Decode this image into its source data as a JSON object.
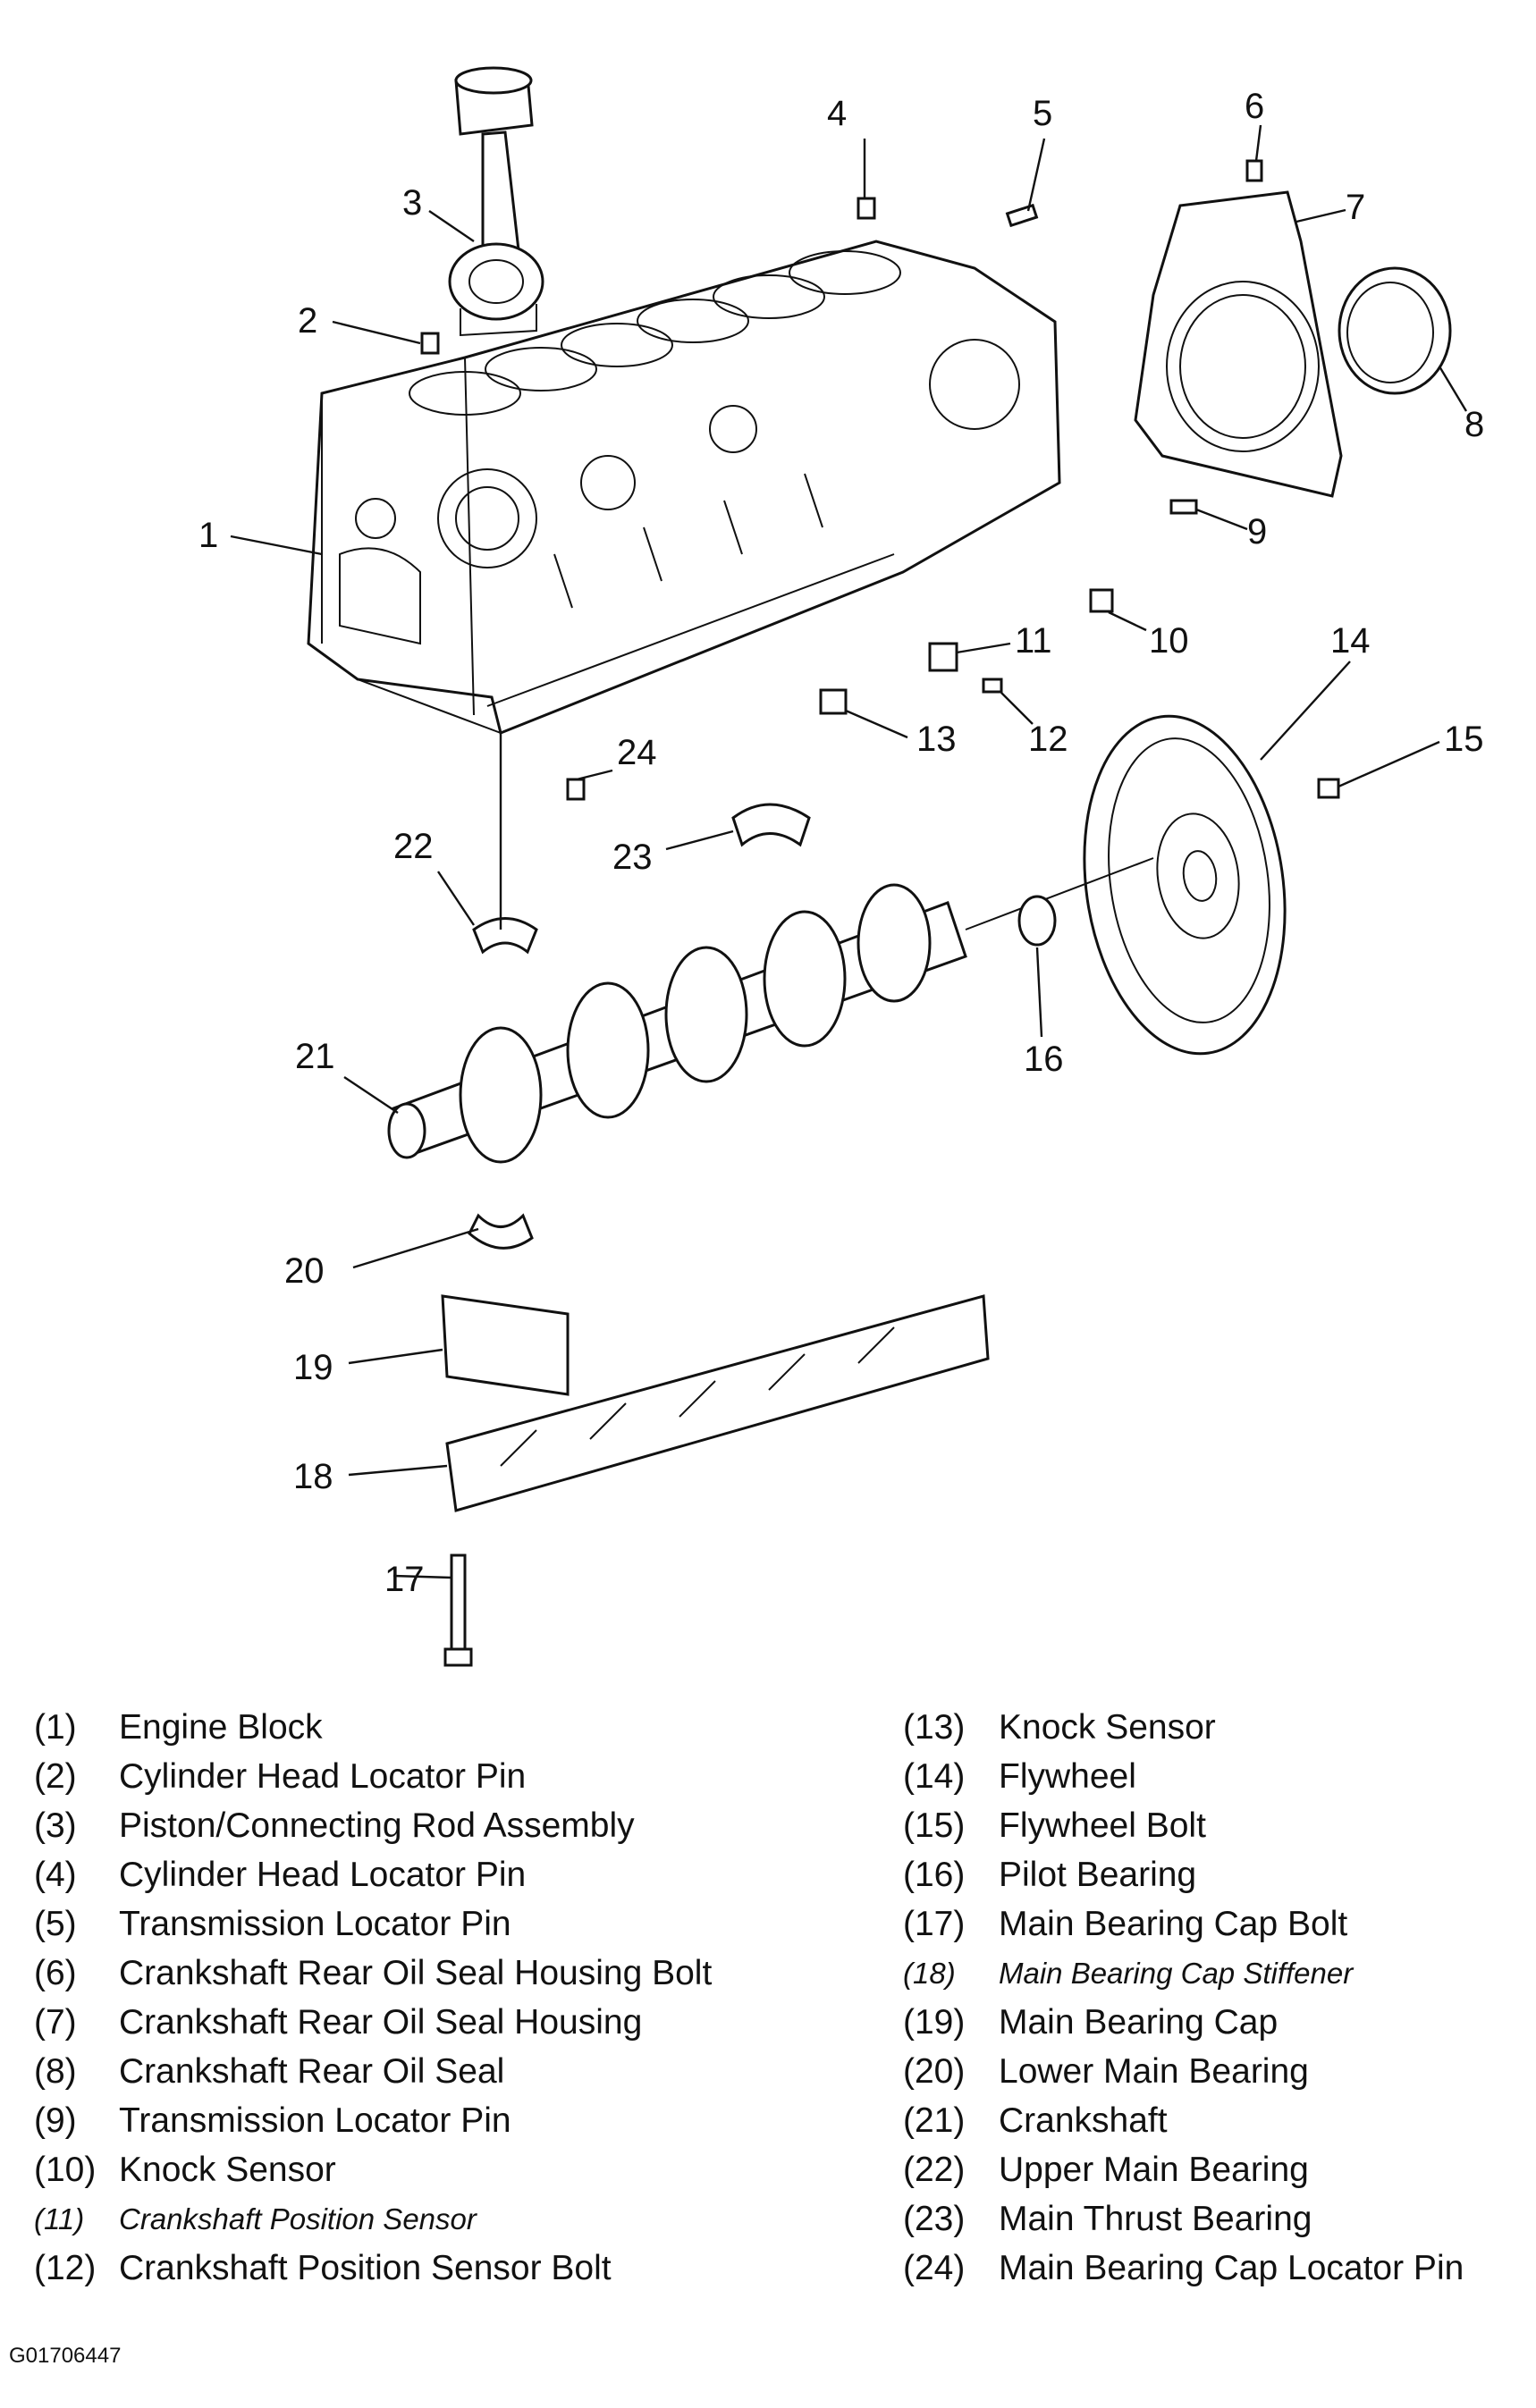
{
  "callouts": [
    {
      "num": "1"
    },
    {
      "num": "2"
    },
    {
      "num": "3"
    },
    {
      "num": "4"
    },
    {
      "num": "5"
    },
    {
      "num": "6"
    },
    {
      "num": "7"
    },
    {
      "num": "8"
    },
    {
      "num": "9"
    },
    {
      "num": "10"
    },
    {
      "num": "11"
    },
    {
      "num": "12"
    },
    {
      "num": "13"
    },
    {
      "num": "14"
    },
    {
      "num": "15"
    },
    {
      "num": "16"
    },
    {
      "num": "17"
    },
    {
      "num": "18"
    },
    {
      "num": "19"
    },
    {
      "num": "20"
    },
    {
      "num": "21"
    },
    {
      "num": "22"
    },
    {
      "num": "23"
    },
    {
      "num": "24"
    }
  ],
  "legend": [
    {
      "num": "(1)",
      "label": "Engine Block"
    },
    {
      "num": "(2)",
      "label": "Cylinder Head Locator Pin"
    },
    {
      "num": "(3)",
      "label": "Piston/Connecting Rod Assembly"
    },
    {
      "num": "(4)",
      "label": "Cylinder Head Locator Pin"
    },
    {
      "num": "(5)",
      "label": "Transmission Locator Pin"
    },
    {
      "num": "(6)",
      "label": "Crankshaft Rear Oil Seal Housing Bolt"
    },
    {
      "num": "(7)",
      "label": "Crankshaft Rear Oil Seal Housing"
    },
    {
      "num": "(8)",
      "label": "Crankshaft Rear Oil Seal"
    },
    {
      "num": "(9)",
      "label": "Transmission Locator Pin"
    },
    {
      "num": "(10)",
      "label": "Knock Sensor"
    },
    {
      "num": "(11)",
      "label": "Crankshaft Position Sensor"
    },
    {
      "num": "(12)",
      "label": "Crankshaft Position Sensor Bolt"
    },
    {
      "num": "(13)",
      "label": "Knock Sensor"
    },
    {
      "num": "(14)",
      "label": "Flywheel"
    },
    {
      "num": "(15)",
      "label": "Flywheel Bolt"
    },
    {
      "num": "(16)",
      "label": "Pilot Bearing"
    },
    {
      "num": "(17)",
      "label": "Main Bearing Cap Bolt"
    },
    {
      "num": "(18)",
      "label": "Main Bearing Cap Stiffener"
    },
    {
      "num": "(19)",
      "label": "Main Bearing Cap"
    },
    {
      "num": "(20)",
      "label": "Lower Main Bearing"
    },
    {
      "num": "(21)",
      "label": "Crankshaft"
    },
    {
      "num": "(22)",
      "label": "Upper Main Bearing"
    },
    {
      "num": "(23)",
      "label": "Main Thrust Bearing"
    },
    {
      "num": "(24)",
      "label": "Main Bearing Cap Locator Pin"
    }
  ],
  "figure_id": "G01706447"
}
